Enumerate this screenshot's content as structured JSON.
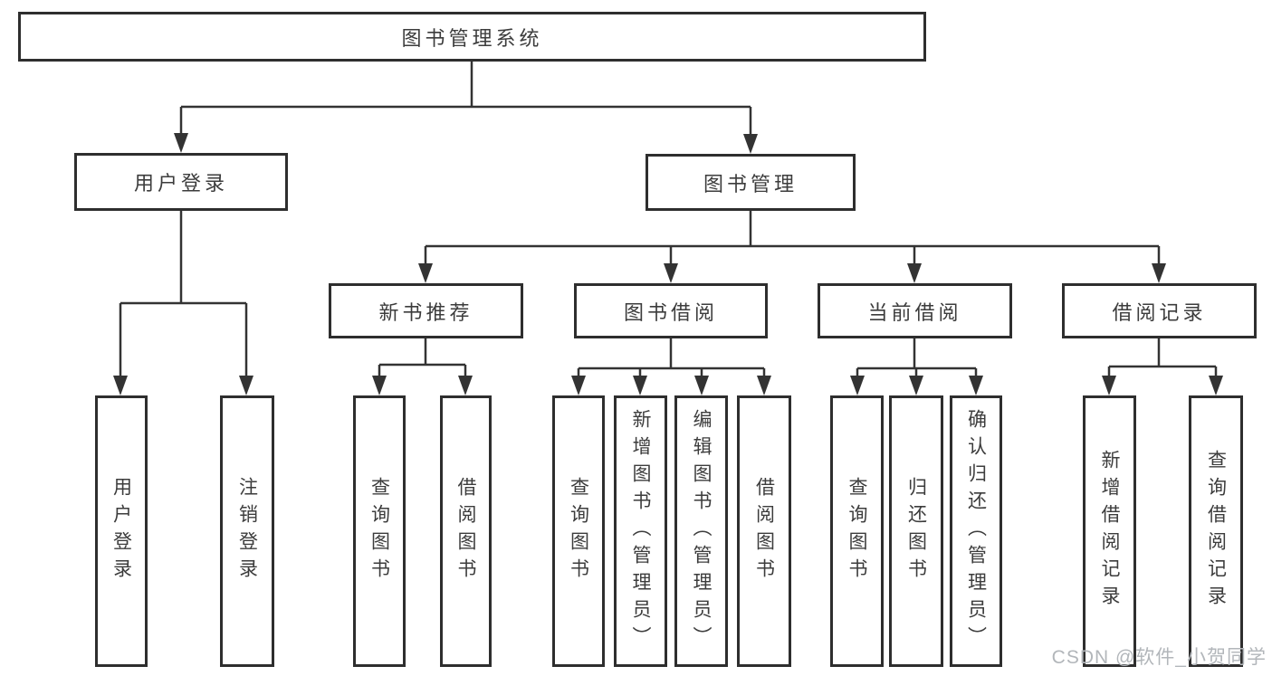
{
  "nodes": {
    "root": "图书管理系统",
    "user_login": "用户登录",
    "book_mgmt": "图书管理",
    "new_books": "新书推荐",
    "book_borrow": "图书借阅",
    "current_borrow": "当前借阅",
    "borrow_records": "借阅记录"
  },
  "leaves": {
    "user_login": [
      "用户登录",
      "注销登录"
    ],
    "new_books": [
      "查询图书",
      "借阅图书"
    ],
    "book_borrow": [
      "查询图书",
      "新增图书（管理员）",
      "编辑图书（管理员）",
      "借阅图书"
    ],
    "current_borrow": [
      "查询图书",
      "归还图书",
      "确认归还（管理员）"
    ],
    "borrow_records": [
      "新增借阅记录",
      "查询借阅记录"
    ]
  },
  "watermark": "CSDN @软件_小贺同学",
  "colors": {
    "line": "#333333",
    "box_border": "#2e2e2e",
    "text": "#3c3c3c",
    "watermark": "#b2b6ba",
    "background": "#ffffff"
  }
}
